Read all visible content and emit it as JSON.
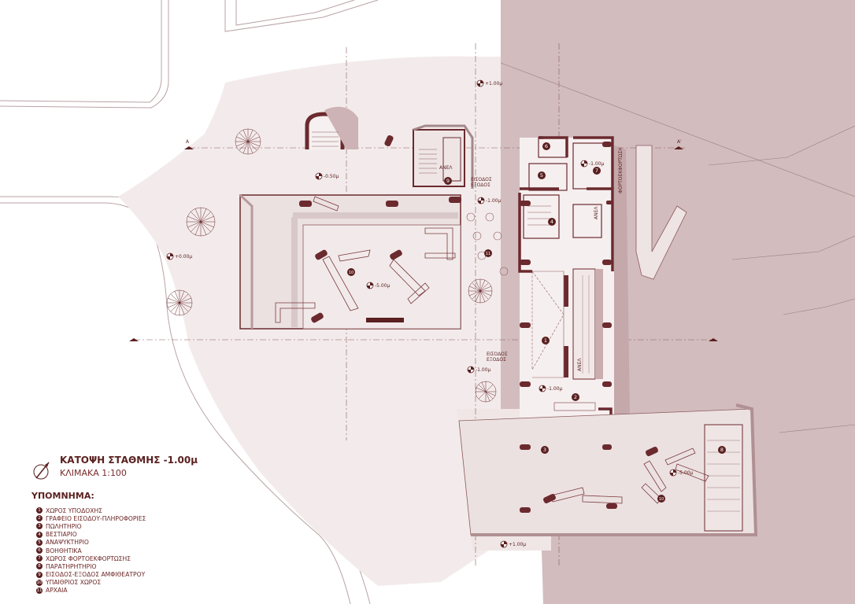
{
  "plan": {
    "title": "ΚΑΤΟΨΗ ΣΤΑΘΜΗΣ -1.00μ",
    "scale": "ΚΛΙΜΑΚΑ 1:100",
    "colors": {
      "site_area": "#d2bcbe",
      "paving": "#f3ebeb",
      "walls": "#6b2a2e",
      "lines": "#8c5a5c",
      "text": "#5a1f1f"
    },
    "annotations": {
      "anelva_a": "ΑΝΕΛ",
      "anelva_b": "ΑΝΕΛ",
      "anelva_c": "ΑΝΕΛ",
      "entrance_a": "ΕΙΣΟΔΟΣ\nΕΞΟΔΟΣ",
      "entrance_b": "ΕΙΣΟΔΟΣ\nΕΞΟΔΟΣ",
      "loading": "ΦΟΡΤΟΕΚΦΟΡΤΩΣΗ",
      "section_a": "Α",
      "section_a2": "Α'",
      "level_plus1": "+1.00μ",
      "level_plus0": "+0.00μ",
      "level_minus050": "-0.50μ",
      "level_minus1": "-1.00μ",
      "level_minus5": "-5.00μ"
    }
  },
  "legend": {
    "heading": "ΥΠΟΜΝΗΜΑ:",
    "items": [
      {
        "n": "1",
        "label": "ΧΩΡΟΣ ΥΠΟΔΟΧΗΣ"
      },
      {
        "n": "2",
        "label": "ΓΡΑΦΕΙΟ ΕΙΣΟΔΟΥ-ΠΛΗΡΟΦΟΡΙΕΣ"
      },
      {
        "n": "3",
        "label": "ΠΩΛΗΤΗΡΙΟ"
      },
      {
        "n": "4",
        "label": "ΒΕΣΤΙΑΡΙΟ"
      },
      {
        "n": "5",
        "label": "ΑΝΑΨΥΚΤΗΡΙΟ"
      },
      {
        "n": "6",
        "label": "ΒΟΗΘΗΤΙΚΑ"
      },
      {
        "n": "7",
        "label": "ΧΩΡΟΣ ΦΟΡΤΟΕΚΦΟΡΤΩΣΗΣ"
      },
      {
        "n": "8",
        "label": "ΠΑΡΑΤΗΡΗΤΗΡΙΟ"
      },
      {
        "n": "9",
        "label": "ΕΙΣΟΔΟΣ-ΕΞΟΔΟΣ ΑΜΦΙΘΕΑΤΡΟΥ"
      },
      {
        "n": "10",
        "label": "ΥΠΑΙΘΡΙΟΣ ΧΩΡΟΣ"
      },
      {
        "n": "11",
        "label": "ΑΡΧΑΙΑ"
      }
    ]
  },
  "room_numbers": [
    "1",
    "2",
    "3",
    "4",
    "5",
    "6",
    "7",
    "8",
    "9",
    "10",
    "10",
    "11"
  ]
}
